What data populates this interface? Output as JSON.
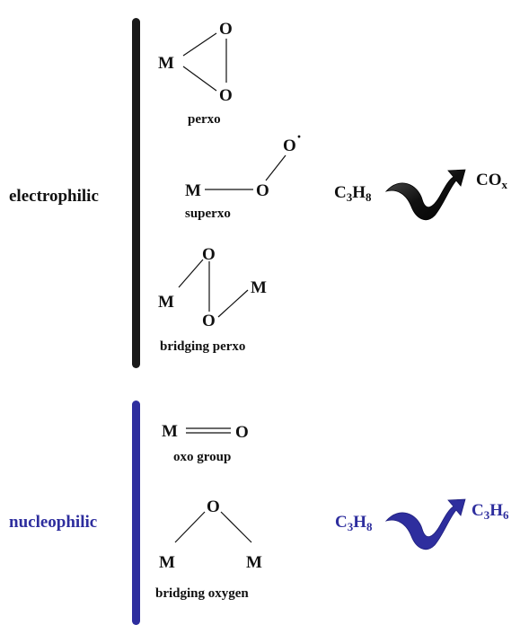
{
  "colors": {
    "electrophilic": "#1a1a1a",
    "nucleophilic": "#2e2e9e",
    "text": "#111111"
  },
  "groups": {
    "electrophilic": {
      "label": "electrophilic"
    },
    "nucleophilic": {
      "label": "nucleophilic"
    }
  },
  "species": {
    "perxo": {
      "caption": "perxo",
      "atoms": {
        "m": "M",
        "o_top": "O",
        "o_bottom": "O"
      }
    },
    "superxo": {
      "caption": "superxo",
      "atoms": {
        "m": "M",
        "o": "O",
        "o_radical": "O"
      },
      "radical_dot": "·"
    },
    "bridging_perxo": {
      "caption": "bridging perxo",
      "atoms": {
        "o_top": "O",
        "o_bottom": "O",
        "m_left": "M",
        "m_right": "M"
      }
    },
    "oxo_group": {
      "caption": "oxo group",
      "atoms": {
        "m": "M",
        "o": "O"
      }
    },
    "bridging_oxygen": {
      "caption": "bridging oxygen",
      "atoms": {
        "o": "O",
        "m_left": "M",
        "m_right": "M"
      }
    }
  },
  "reactions": {
    "electrophilic": {
      "reactant": {
        "symbol1": "C",
        "sub1": "3",
        "symbol2": "H",
        "sub2": "8"
      },
      "product": {
        "symbol1": "CO",
        "sub1": "x"
      }
    },
    "nucleophilic": {
      "reactant": {
        "symbol1": "C",
        "sub1": "3",
        "symbol2": "H",
        "sub2": "8"
      },
      "product": {
        "symbol1": "C",
        "sub1": "3",
        "symbol2": "H",
        "sub2": "6"
      }
    }
  }
}
